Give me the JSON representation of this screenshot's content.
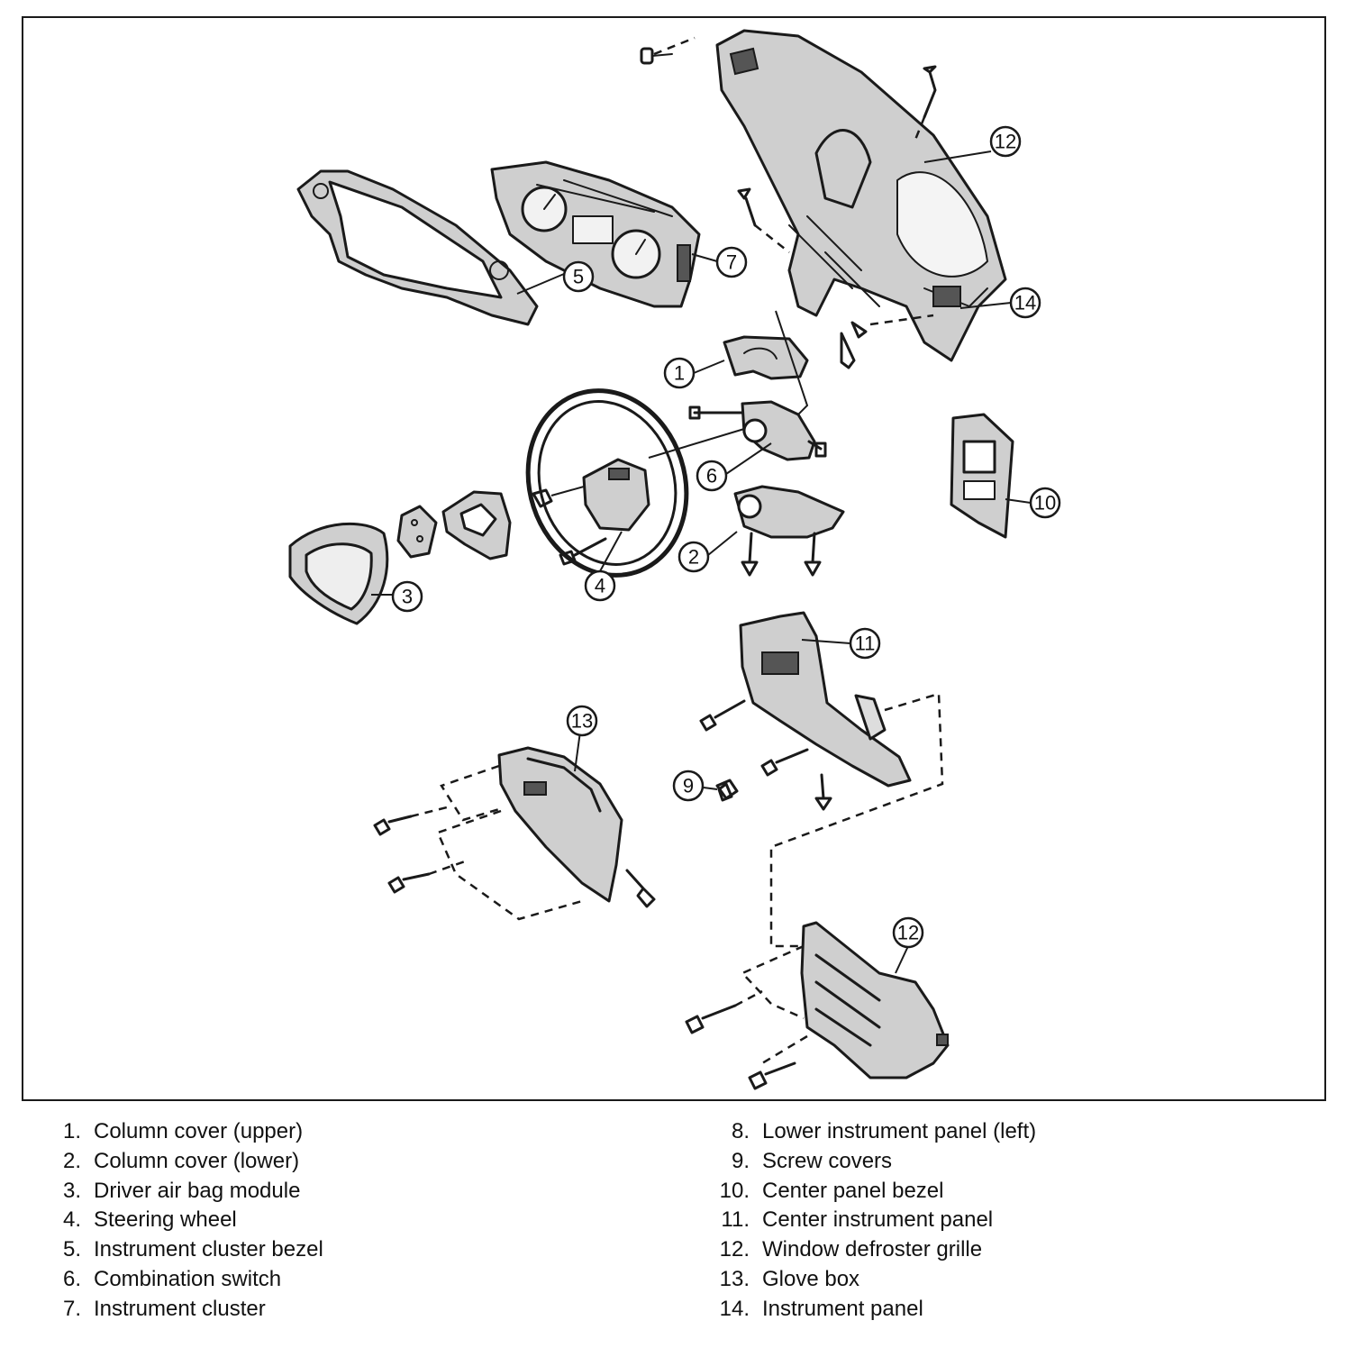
{
  "callouts": [
    {
      "id": "c1",
      "label": "1"
    },
    {
      "id": "c2",
      "label": "2"
    },
    {
      "id": "c3",
      "label": "3"
    },
    {
      "id": "c4",
      "label": "4"
    },
    {
      "id": "c5",
      "label": "5"
    },
    {
      "id": "c6",
      "label": "6"
    },
    {
      "id": "c7",
      "label": "7"
    },
    {
      "id": "c9",
      "label": "9"
    },
    {
      "id": "c10",
      "label": "10"
    },
    {
      "id": "c11",
      "label": "11"
    },
    {
      "id": "c12a",
      "label": "12"
    },
    {
      "id": "c12b",
      "label": "12"
    },
    {
      "id": "c13",
      "label": "13"
    },
    {
      "id": "c14",
      "label": "14"
    }
  ],
  "legend": {
    "left": [
      {
        "num": "1.",
        "label": "Column cover (upper)"
      },
      {
        "num": "2.",
        "label": "Column cover (lower)"
      },
      {
        "num": "3.",
        "label": "Driver air bag module"
      },
      {
        "num": "4.",
        "label": "Steering wheel"
      },
      {
        "num": "5.",
        "label": "Instrument cluster bezel"
      },
      {
        "num": "6.",
        "label": "Combination switch"
      },
      {
        "num": "7.",
        "label": "Instrument cluster"
      }
    ],
    "right": [
      {
        "num": "8.",
        "label": "Lower instrument panel (left)"
      },
      {
        "num": "9.",
        "label": "Screw covers"
      },
      {
        "num": "10.",
        "label": "Center panel bezel"
      },
      {
        "num": "11.",
        "label": "Center instrument panel"
      },
      {
        "num": "12.",
        "label": "Window defroster grille"
      },
      {
        "num": "13.",
        "label": "Glove box"
      },
      {
        "num": "14.",
        "label": "Instrument panel"
      }
    ]
  }
}
